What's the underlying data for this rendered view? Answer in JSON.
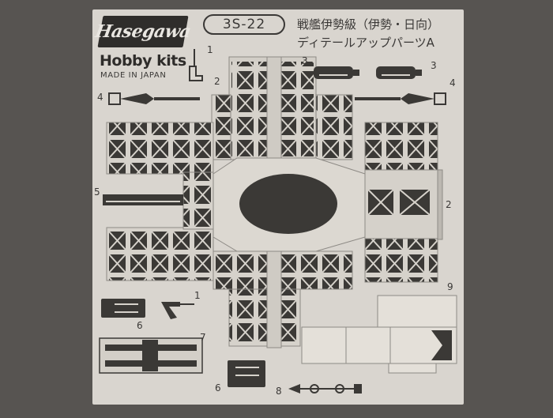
{
  "sheet": {
    "brand": "Hasegawa",
    "subbrand": "Hobby kits",
    "origin": "MADE IN JAPAN",
    "product_code": "3S-22",
    "title_line1": "戦艦伊勢級（伊勢・日向）",
    "title_line2": "ディテールアップパーツA"
  },
  "part_numbers": {
    "p1_top": "1",
    "p2_top": "2",
    "p3_left": "3",
    "p3_right": "3",
    "p4_left": "4",
    "p4_right": "4",
    "p5": "5",
    "p2_right": "2",
    "p1_bottom": "1",
    "p6_left": "6",
    "p7": "7",
    "p6_bottom": "6",
    "p8": "8",
    "p9": "9"
  },
  "colors": {
    "background": "#575451",
    "sheet": "#d9d5cf",
    "cutout": "#3b3936",
    "ink": "#3a3836"
  }
}
